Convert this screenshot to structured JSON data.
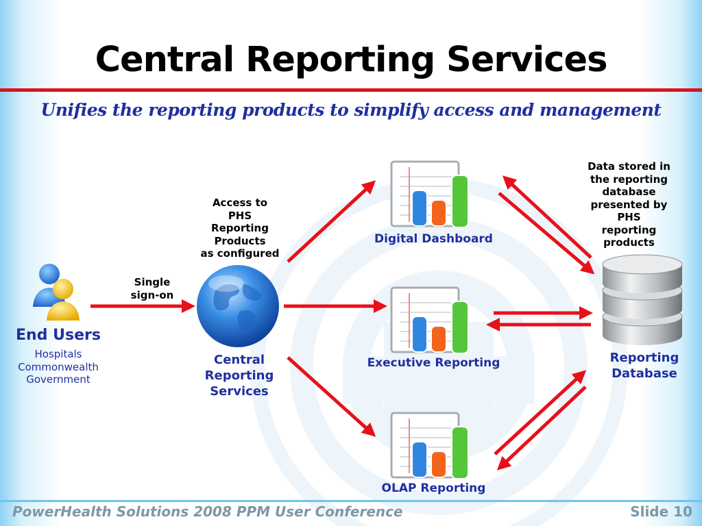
{
  "slide": {
    "title": "Central Reporting Services",
    "subtitle": "Unifies the reporting products to simplify access and management"
  },
  "end_users": {
    "title": "End Users",
    "groups": [
      "Hospitals",
      "Commonwealth",
      "Government"
    ]
  },
  "annotations": {
    "single_sign_on": [
      "Single",
      "sign-on"
    ],
    "access": [
      "Access to",
      "PHS",
      "Reporting",
      "Products",
      "as configured"
    ],
    "data_stored": [
      "Data stored in",
      "the reporting",
      "database",
      "presented by",
      "PHS",
      "reporting",
      "products"
    ]
  },
  "nodes": {
    "central": [
      "Central",
      "Reporting",
      "Services"
    ],
    "digital_dashboard": "Digital Dashboard",
    "executive_reporting": "Executive Reporting",
    "olap_reporting": "OLAP Reporting",
    "database": [
      "Reporting",
      "Database"
    ]
  },
  "footer": {
    "conference": "PowerHealth Solutions 2008 PPM User Conference",
    "slide_label": "Slide",
    "slide_number": "10"
  },
  "colors": {
    "title_rule": "#d9141c",
    "subtitle": "#1f2fa0",
    "label_blue": "#1f2f9e",
    "arrow_red": "#e8101a",
    "footer_text": "#7d97a6"
  }
}
